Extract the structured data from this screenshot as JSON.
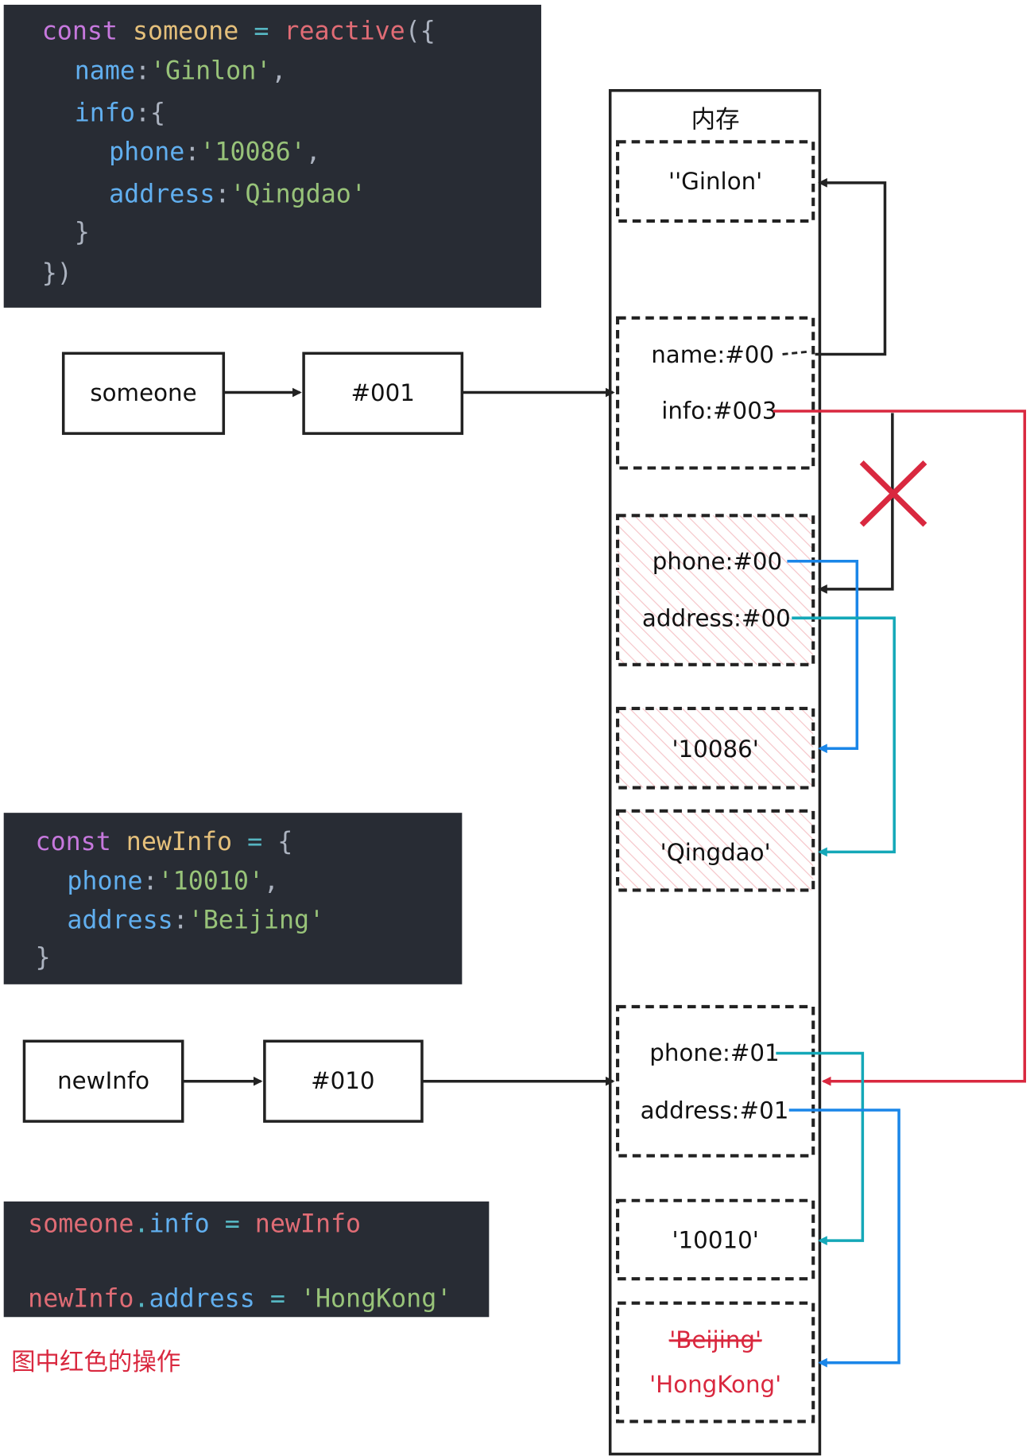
{
  "colors": {
    "code_bg": "#282c34",
    "red": "#d9283f",
    "blue": "#1a86e8",
    "teal": "#14a8b8",
    "hatch": "#f5c4c8"
  },
  "code1": {
    "l1": [
      "const",
      "someone",
      "=",
      "reactive",
      "({"
    ],
    "l2": [
      "name",
      ":",
      "'Ginlon'",
      ","
    ],
    "l3": [
      "info",
      ":{"
    ],
    "l4": [
      "phone",
      ":",
      "'10086'",
      ","
    ],
    "l5": [
      "address",
      ":",
      "'Qingdao'"
    ],
    "l6": "}",
    "l7": "})"
  },
  "code2": {
    "l1": [
      "const",
      "newInfo",
      "=",
      "{"
    ],
    "l2": [
      "phone",
      ":",
      "'10010'",
      ","
    ],
    "l3": [
      "address",
      ":",
      "'Beijing'"
    ],
    "l4": "}"
  },
  "code3": {
    "l1": [
      "someone",
      ".",
      "info",
      "=",
      "newInfo"
    ],
    "l2": [
      "newInfo",
      ".",
      "address",
      "=",
      "'HongKong'"
    ]
  },
  "note": "图中红色的操作",
  "vars": {
    "someone": "someone",
    "someone_addr": "#001",
    "newinfo": "newInfo",
    "newinfo_addr": "#010"
  },
  "memory": {
    "title": "内存",
    "ginlon": "''Ginlon'",
    "name": "name:#00",
    "info": "info:#003",
    "phone_old": "phone:#00",
    "address_old": "address:#00",
    "v10086": "'10086'",
    "qingdao": "'Qingdao'",
    "phone_new": "phone:#01",
    "address_new": "address:#01",
    "v10010": "'10010'",
    "beijing": "'Beijing'",
    "hongkong": "'HongKong'"
  }
}
